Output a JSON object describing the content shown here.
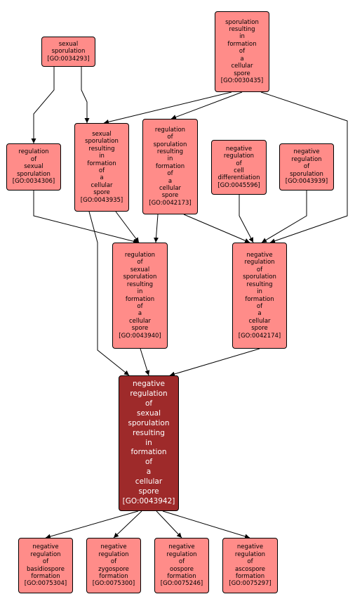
{
  "colors": {
    "node_fill": "#ff8c89",
    "focus_fill": "#9e2a2a",
    "border": "#000000",
    "edge": "#000000"
  },
  "nodes": [
    {
      "id": "n34293",
      "label": "sexual\nsporulation\n[GO:0034293]"
    },
    {
      "id": "n30435",
      "label": "sporulation\nresulting\nin\nformation\nof\na\ncellular\nspore\n[GO:0030435]"
    },
    {
      "id": "n34306",
      "label": "regulation\nof\nsexual\nsporulation\n[GO:0034306]"
    },
    {
      "id": "n43935",
      "label": "sexual\nsporulation\nresulting\nin\nformation\nof\na\ncellular\nspore\n[GO:0043935]"
    },
    {
      "id": "n42173",
      "label": "regulation\nof\nsporulation\nresulting\nin\nformation\nof\na\ncellular\nspore\n[GO:0042173]"
    },
    {
      "id": "n45596",
      "label": "negative\nregulation\nof\ncell\ndifferentiation\n[GO:0045596]"
    },
    {
      "id": "n43939",
      "label": "negative\nregulation\nof\nsporulation\n[GO:0043939]"
    },
    {
      "id": "n43940",
      "label": "regulation\nof\nsexual\nsporulation\nresulting\nin\nformation\nof\na\ncellular\nspore\n[GO:0043940]"
    },
    {
      "id": "n42174",
      "label": "negative\nregulation\nof\nsporulation\nresulting\nin\nformation\nof\na\ncellular\nspore\n[GO:0042174]"
    },
    {
      "id": "n43942",
      "label": "negative\nregulation\nof\nsexual\nsporulation\nresulting\nin\nformation\nof\na\ncellular\nspore\n[GO:0043942]"
    },
    {
      "id": "n75304",
      "label": "negative\nregulation\nof\nbasidiospore\nformation\n[GO:0075304]"
    },
    {
      "id": "n75300",
      "label": "negative\nregulation\nof\nzygospore\nformation\n[GO:0075300]"
    },
    {
      "id": "n75246",
      "label": "negative\nregulation\nof\noospore\nformation\n[GO:0075246]"
    },
    {
      "id": "n75297",
      "label": "negative\nregulation\nof\nascospore\nformation\n[GO:0075297]"
    }
  ],
  "edges": [
    {
      "from": "n34293",
      "to": "n34306"
    },
    {
      "from": "n34293",
      "to": "n43935"
    },
    {
      "from": "n30435",
      "to": "n43935"
    },
    {
      "from": "n30435",
      "to": "n42173"
    },
    {
      "from": "n30435",
      "to": "n42174"
    },
    {
      "from": "n34306",
      "to": "n43940"
    },
    {
      "from": "n43935",
      "to": "n43940"
    },
    {
      "from": "n43935",
      "to": "n43942"
    },
    {
      "from": "n42173",
      "to": "n43940"
    },
    {
      "from": "n42173",
      "to": "n42174"
    },
    {
      "from": "n45596",
      "to": "n42174"
    },
    {
      "from": "n43939",
      "to": "n42174"
    },
    {
      "from": "n43940",
      "to": "n43942"
    },
    {
      "from": "n42174",
      "to": "n43942"
    },
    {
      "from": "n43942",
      "to": "n75304"
    },
    {
      "from": "n43942",
      "to": "n75300"
    },
    {
      "from": "n43942",
      "to": "n75246"
    },
    {
      "from": "n43942",
      "to": "n75297"
    }
  ]
}
